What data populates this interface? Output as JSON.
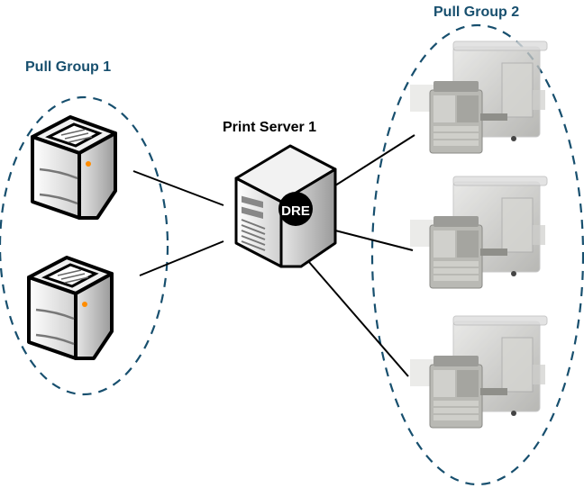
{
  "diagram": {
    "groups": [
      {
        "id": "pull-group-1",
        "label": "Pull Group 1",
        "device_type": "desktop-printer",
        "device_count": 2
      },
      {
        "id": "pull-group-2",
        "label": "Pull Group 2",
        "device_type": "production-printer",
        "device_count": 3
      }
    ],
    "server": {
      "label": "Print Server 1",
      "badge": "DRE"
    },
    "colors": {
      "group_outline": "#174f6e",
      "group_label": "#174f6e",
      "connector": "#000000",
      "status_led": "#ff8c00"
    }
  }
}
